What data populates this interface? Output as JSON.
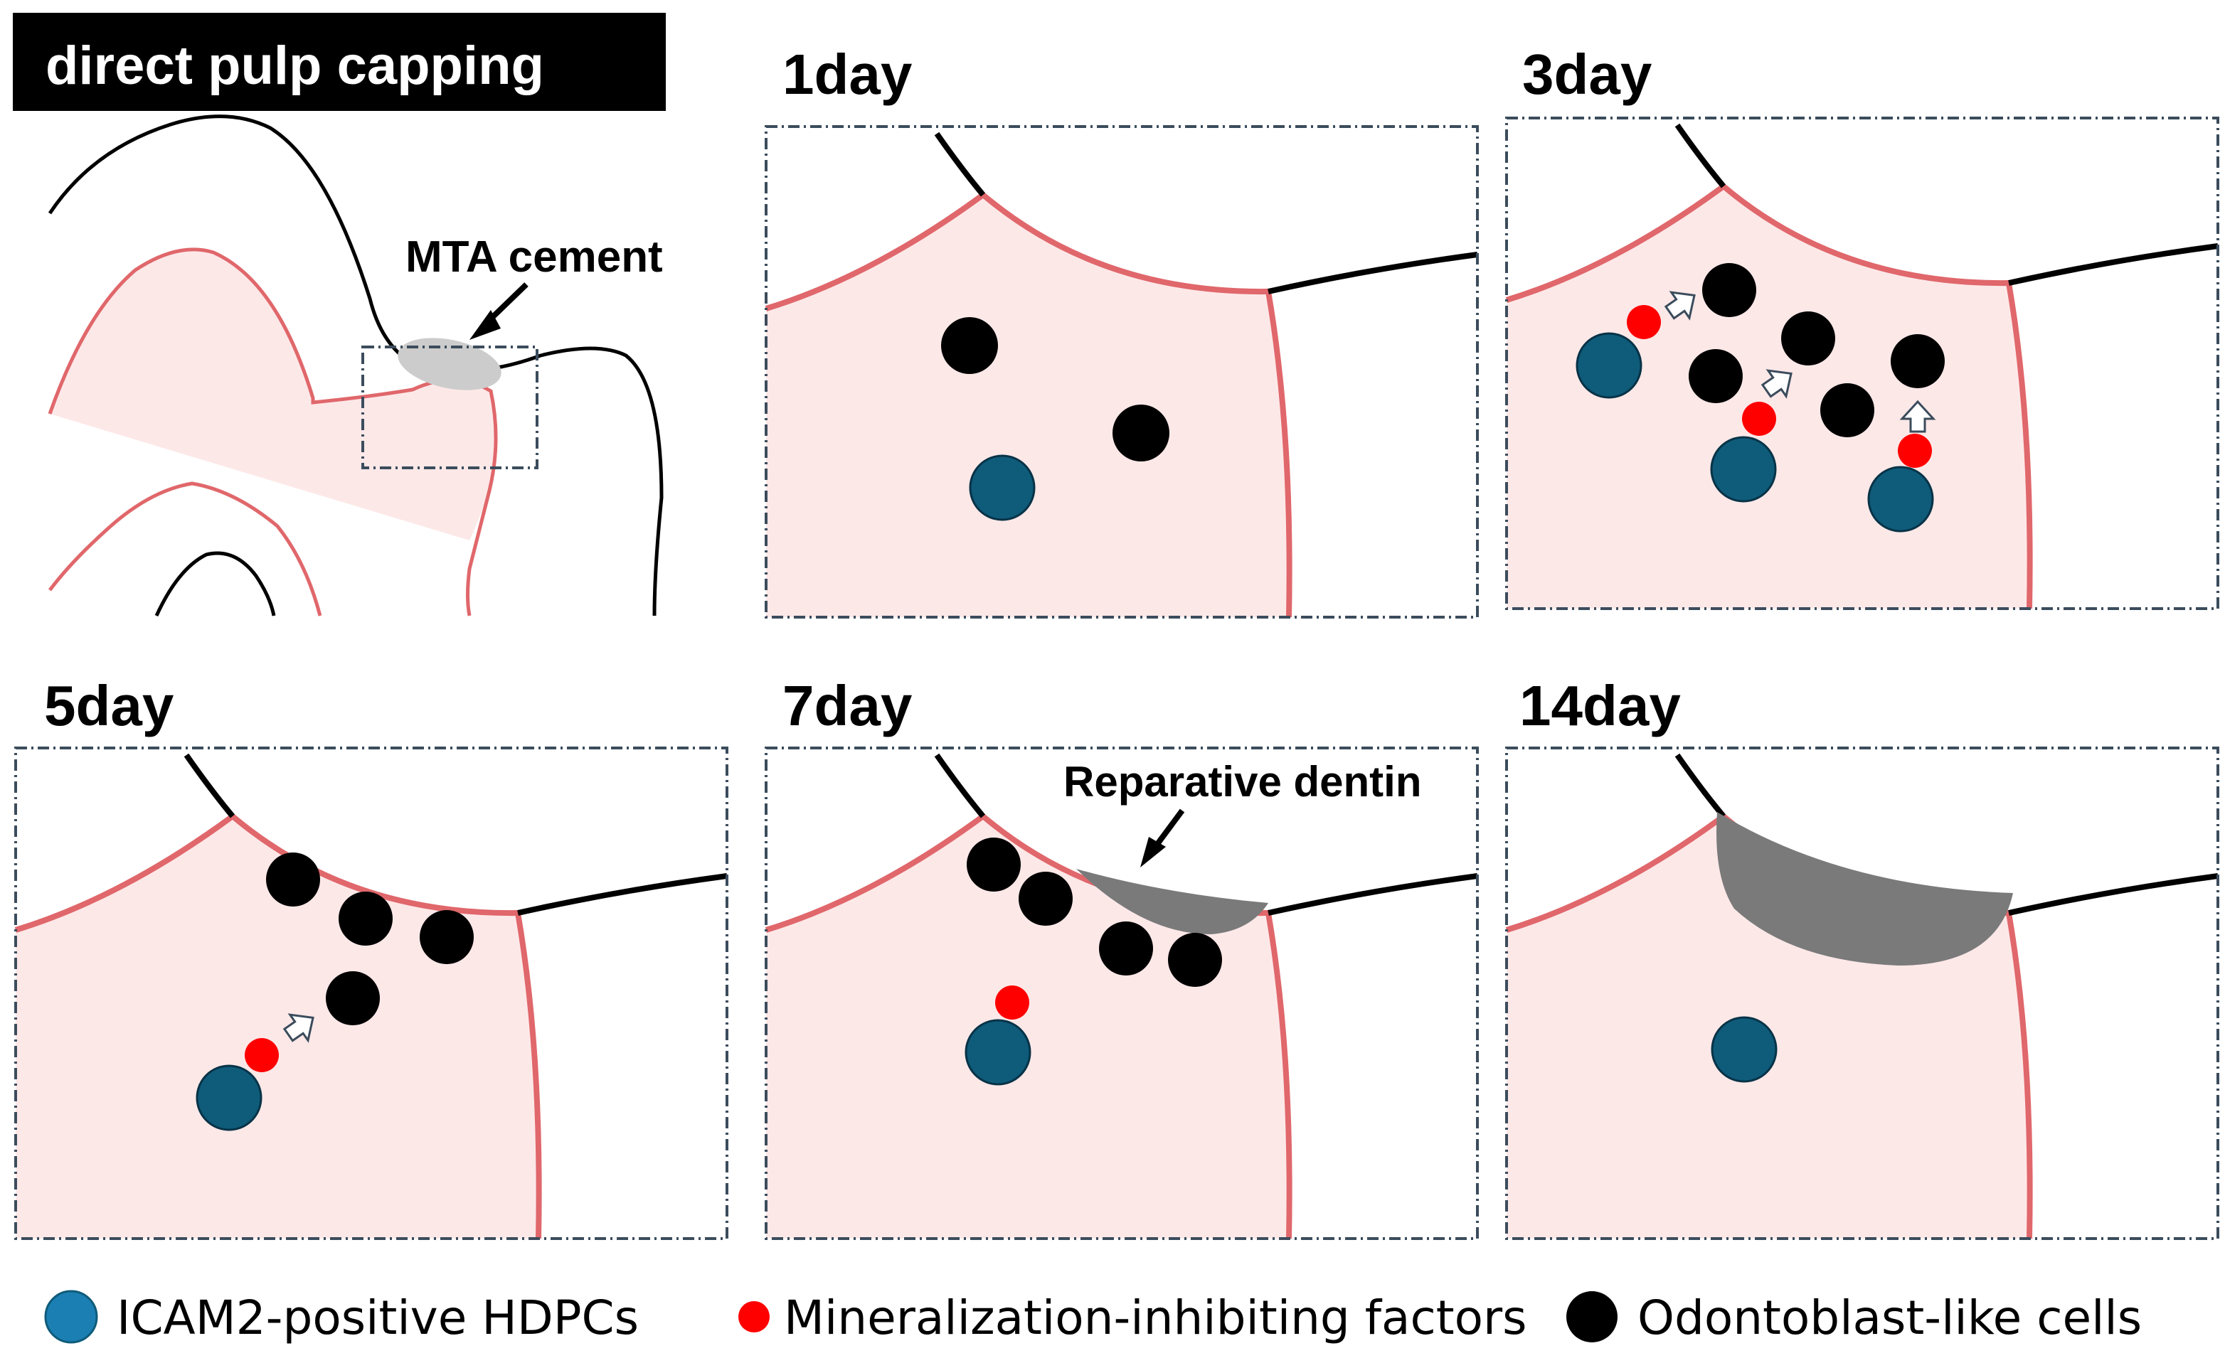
{
  "title": "direct pulp capping",
  "overview": {
    "mta_label": "MTA cement"
  },
  "panels": [
    {
      "label": "1day"
    },
    {
      "label": "3day"
    },
    {
      "label": "5day"
    },
    {
      "label": "7day",
      "annotation": "Reparative dentin"
    },
    {
      "label": "14day"
    }
  ],
  "legend": {
    "icam2": "ICAM2-positive HDPCs",
    "inhibitor": "Mineralization-inhibiting factors",
    "odontoblast": "Odontoblast-like cells"
  },
  "colors": {
    "pulp_fill": "#fde8e8",
    "pulp_outline": "#e0676b",
    "hdpc": "#0f5b7a",
    "inhibitor": "#ff0000",
    "odontoblast": "#000000",
    "dentin": "#7a7a7a",
    "mta": "#cccccc",
    "panel_border": "#3b4c5c"
  }
}
